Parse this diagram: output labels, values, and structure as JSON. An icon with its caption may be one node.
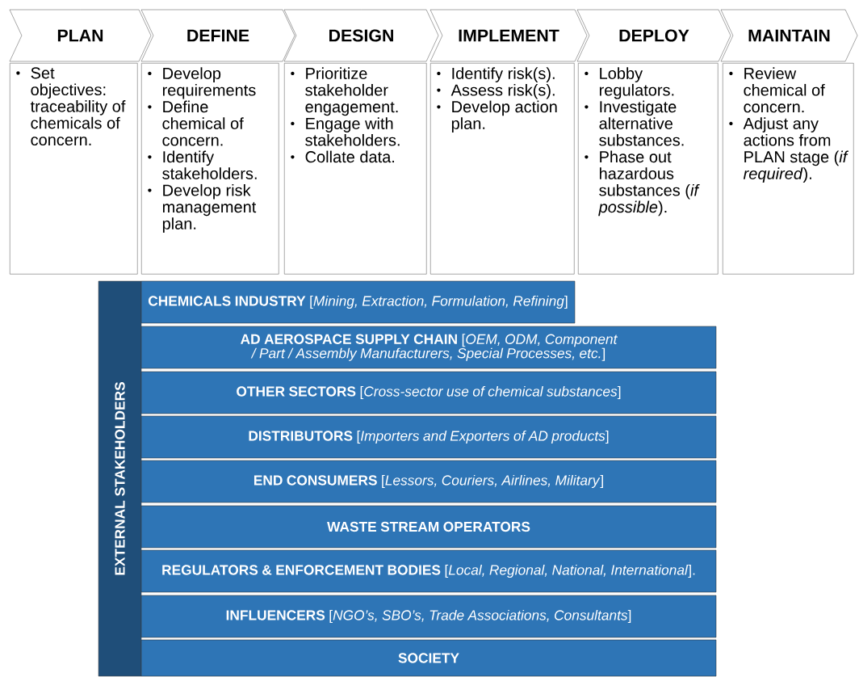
{
  "diagram": {
    "nodes": [
      {
        "text": [
          "PLAN"
        ]
      },
      {
        "text": [
          "DEFINE"
        ]
      },
      {
        "text": [
          "DESIGN"
        ]
      },
      {
        "text": [
          "IMPLEMENT"
        ]
      },
      {
        "text": [
          "DEPLOY"
        ]
      },
      {
        "text": [
          "MAINTAIN"
        ]
      },
      {
        "text": [
          "Set objectives: traceability of chemicals of concern."
        ]
      },
      {
        "text": [
          "Develop requirements",
          "Define chemical of concern.",
          "Identify stakeholders.",
          "Develop risk management plan."
        ]
      },
      {
        "text": [
          "Prioritize stakeholder engagement.",
          "Engage with stakeholders.",
          "Collate data."
        ]
      },
      {
        "text": [
          "Identify risk(s).",
          "Assess risk(s).",
          "Develop action plan."
        ]
      },
      {
        "text": [
          "Lobby regulators.",
          "Investigate alternative substances.",
          "Phase out hazardous substances (*if possible*)."
        ]
      },
      {
        "text": [
          "Review chemical of concern.",
          "Adjust any actions from PLAN stage (*if required*)."
        ]
      },
      {
        "text": [
          "EXTERNAL STAKEHOLDERS"
        ]
      },
      {
        "text": [
          "**CHEMICALS INDUSTRY** [*Mining, Extraction, Formulation, Refining*]"
        ]
      },
      {
        "text": [
          "**AD AEROSPACE SUPPLY CHAIN** [*OEM, ODM, Component / Part / Assembly Manufacturers, Special Processes, etc.*]"
        ]
      },
      {
        "text": [
          "**OTHER SECTORS** [*Cross-sector use of chemical substances*]"
        ]
      },
      {
        "text": [
          "**DISTRIBUTORS** [*Importers and Exporters of AD products*]"
        ]
      },
      {
        "text": [
          "**END CONSUMERS** [*Lessors, Couriers, Airlines, Military*]"
        ]
      },
      {
        "text": [
          "**WASTE STREAM OPERATORS**"
        ]
      },
      {
        "text": [
          "**REGULATORS & ENFORCEMENT BODIES** [*Local, Regional, National, International*]."
        ]
      },
      {
        "text": [
          "**INFLUENCERS** [*NGO’s, SBO’s, Trade Associations, Consultants*]"
        ]
      },
      {
        "text": [
          "**SOCIETY**"
        ]
      }
    ]
  }
}
